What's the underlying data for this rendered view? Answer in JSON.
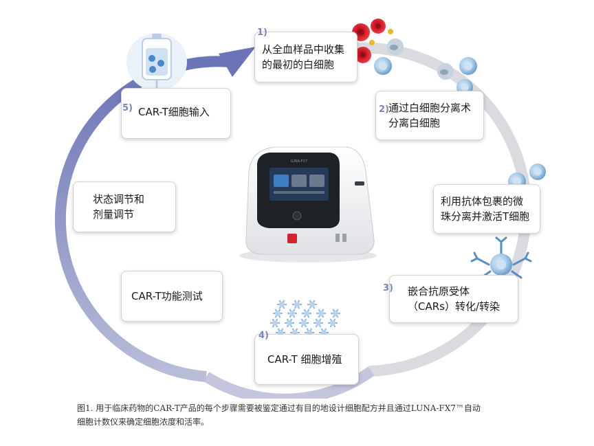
{
  "steps": {
    "s1": {
      "num": "1)",
      "line1": "从全血样品中收集",
      "line2": "的最初的白细胞"
    },
    "s2": {
      "num": "2)",
      "line1": "通过白细胞分离术",
      "line2": "分离白细胞"
    },
    "s2b": {
      "line1": "利用抗体包裹的微",
      "line2": "珠分离并激活T细胞"
    },
    "s3": {
      "num": "3)",
      "line1": "嵌合抗原受体",
      "line2": "（CARs）转化/转染"
    },
    "s4": {
      "num": "4)",
      "line1": "CAR-T 细胞增殖"
    },
    "s_test": {
      "line1": "CAR-T功能测试"
    },
    "s_dose": {
      "line1": "状态调节和",
      "line2": "剂量调节"
    },
    "s5": {
      "num": "5)",
      "line1": "CAR-T细胞输入"
    }
  },
  "device": {
    "screen_label": "LUNA-FX7"
  },
  "caption": {
    "line1": "图1. 用于临床药物的CAR-T产品的每个步骤需要被鉴定通过有目的地设计细胞配方并且通过LUNA-FX7™自动",
    "line2": "细胞计数仪来确定细胞浓度和活率。"
  },
  "colors": {
    "arrow_dark": "#6f78b8",
    "arrow_light": "#d9dbe0",
    "red_cell": "#d0212a",
    "blue_cell": "#9fc3e3",
    "text": "#1a1a1a"
  }
}
